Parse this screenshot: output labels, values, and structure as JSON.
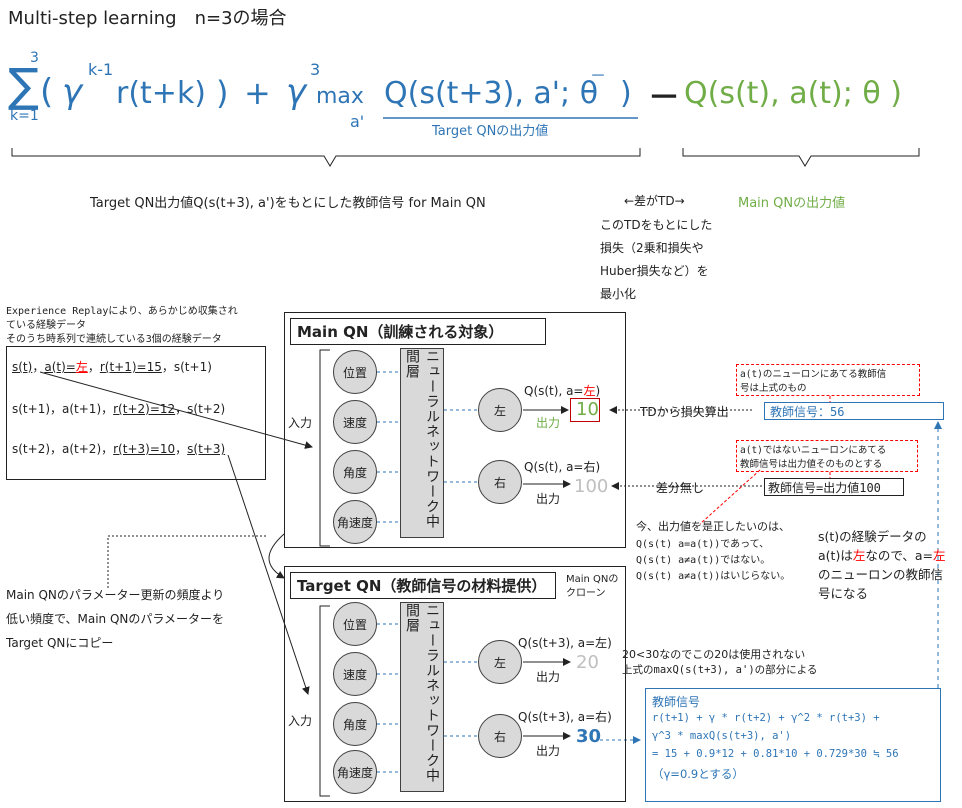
{
  "header": {
    "title": "Multi-step learning　n=3の場合"
  },
  "formula": {
    "sigma": "∑",
    "sum_top": "3",
    "sum_bottom": "k=1",
    "open_paren": "(",
    "gamma1": "γ",
    "exp1": "k-1",
    "reward": "r(t+k)",
    "close_paren": ")",
    "plus": "+",
    "gamma2": "γ",
    "exp2": "3",
    "max": "max",
    "max_sub": "a'",
    "target_q": "Q(s(t+3), a'; θ",
    "target_q_close": ")",
    "bar": "－",
    "minus": "－",
    "main_q": "Q(s(t), a(t); θ )",
    "target_label": "Target QNの出力値"
  },
  "annotations": {
    "teacher_signal_caption": "Target QN出力値Q(s(t+3), a')をもとにした教師信号 for Main QN",
    "td_arrow": "←差がTD→",
    "main_output_caption": "Main QNの出力値",
    "loss_lines": [
      "このTDをもとにした",
      "損失（2乗和損失や",
      "Huber損失など）を",
      "最小化"
    ]
  },
  "replay": {
    "caption_lines": [
      "Experience Replayにより、あらかじめ収集され",
      "ている経験データ",
      "そのうち時系列で連続している3個の経験データ"
    ],
    "row1": {
      "s": "s(t)",
      "sep1": "，",
      "a_pre": "a(t)=",
      "a_val": "左",
      "sep2": "，",
      "r": "r(t+1)=15",
      "rest": "，s(t+1)"
    },
    "row2": {
      "pre": "s(t+1)，a(t+1)，",
      "r": "r(t+2)=12",
      "rest": "，s(t+2)"
    },
    "row3": {
      "pre": "s(t+2)，a(t+2)，",
      "r": "r(t+3)=10",
      "sep": "，",
      "s": "s(t+3)"
    }
  },
  "main_qn": {
    "title": "Main QN（訓練される対象）",
    "input_label": "入力",
    "inputs": [
      "位置",
      "速度",
      "角度",
      "角速度"
    ],
    "middle": "ニューラルネットワーク中間層",
    "out_left": "左",
    "out_right": "右",
    "q_left_pre": "Q(s(t), a=",
    "q_left_val": "左",
    "q_left_post": ")",
    "q_right": "Q(s(t), a=右)",
    "output_word_left": "出力",
    "output_word_right": "出力",
    "value_left": "10",
    "value_right": "100"
  },
  "target_qn": {
    "title": "Target QN（教師信号の材料提供）",
    "clone_lines": [
      "Main QNの",
      "クローン"
    ],
    "input_label": "入力",
    "inputs": [
      "位置",
      "速度",
      "角度",
      "角速度"
    ],
    "middle": "ニューラルネットワーク中間層",
    "out_left": "左",
    "out_right": "右",
    "q_left": "Q(s(t+3), a=左)",
    "q_right": "Q(s(t+3), a=右)",
    "output_word_left": "出力",
    "output_word_right": "出力",
    "value_left": "20",
    "value_right": "30"
  },
  "copy_note": {
    "lines": [
      "Main QNのパラメーター更新の頻度より",
      "低い頻度で、Main QNのパラメーターを",
      "Target QNにコピー"
    ]
  },
  "right_notes": {
    "red_note1": [
      "a(t)のニューロンにあてる教師信",
      "号は上式のもの"
    ],
    "td_loss": "TDから損失算出",
    "teacher_box1": "教師信号：56",
    "red_note2": [
      "a(t)ではないニューロンにあてる",
      "教師信号は出力値そのものとする"
    ],
    "no_diff": "差分無し",
    "teacher_box2": "教師信号=出力値100",
    "correction_lines": [
      "今、出力値を是正したいのは、",
      "Q(s(t) a=a(t))であって、",
      "Q(s(t) a≠a(t))ではない。",
      "Q(s(t) a≠a(t))はいじらない。"
    ],
    "experience_note": {
      "l1": "s(t)の経験データの",
      "l2_pre": "a(t)は",
      "l2_red1": "左",
      "l2_mid": "なので、a=",
      "l2_red2": "左",
      "l3": "のニューロンの教師信",
      "l4": "号になる"
    },
    "unused_lines": [
      "20<30なのでこの20は使用されない",
      "上式のmaxQ(s(t+3), a')の部分による"
    ]
  },
  "teacher_calc": {
    "lines": [
      "教師信号",
      "r(t+1) + γ * r(t+2) + γ^2 * r(t+3) +",
      "γ^3 * maxQ(s(t+3), a')",
      "= 15 + 0.9*12 + 0.81*10 + 0.729*30 ≒ 56",
      "（γ=0.9とする）"
    ]
  }
}
